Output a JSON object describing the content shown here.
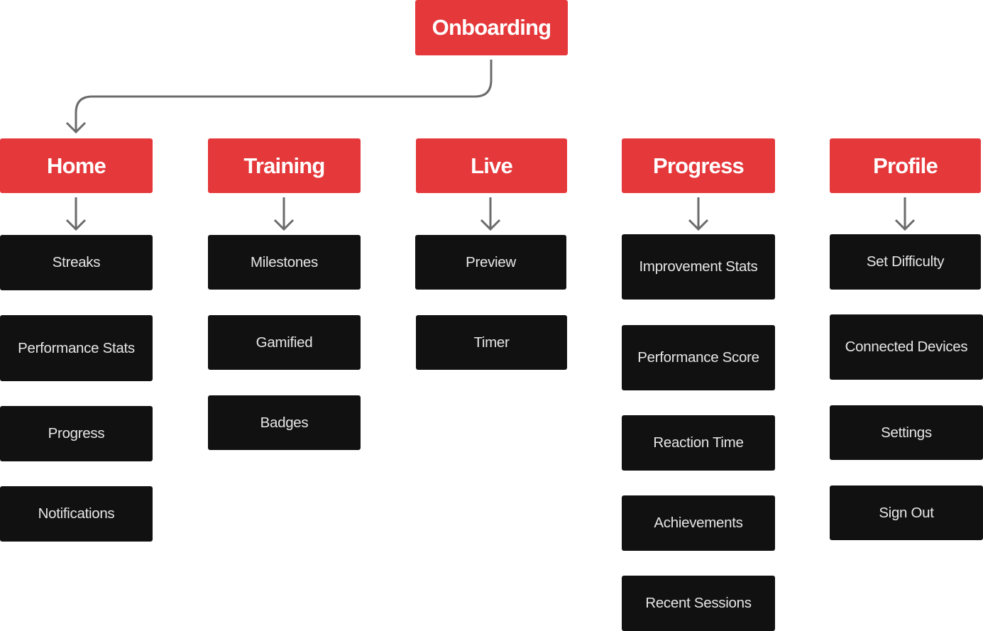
{
  "accent_color": "#e5383b",
  "item_color": "#111111",
  "connector_color": "#6b6b6b",
  "root": {
    "label": "Onboarding"
  },
  "sections": [
    {
      "label": "Home",
      "items": [
        "Streaks",
        "Performance Stats",
        "Progress",
        "Notifications"
      ]
    },
    {
      "label": "Training",
      "items": [
        "Milestones",
        "Gamified",
        "Badges"
      ]
    },
    {
      "label": "Live",
      "items": [
        "Preview",
        "Timer"
      ]
    },
    {
      "label": "Progress",
      "items": [
        "Improvement Stats",
        "Performance Score",
        "Reaction Time",
        "Achievements",
        "Recent Sessions"
      ]
    },
    {
      "label": "Profile",
      "items": [
        "Set Difficulty",
        "Connected Devices",
        "Settings",
        "Sign Out"
      ]
    }
  ]
}
